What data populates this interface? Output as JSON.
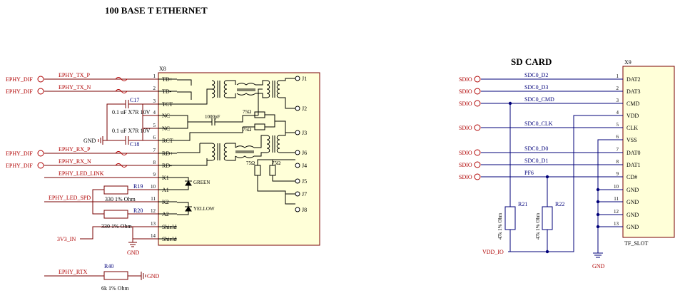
{
  "titles": {
    "ethernet": "100 BASE T ETHERNET",
    "sdcard": "SD CARD"
  },
  "x8": {
    "ref": "X8",
    "pins": [
      {
        "num": "1",
        "name": "TD+"
      },
      {
        "num": "2",
        "name": "TD-"
      },
      {
        "num": "3",
        "name": "TCT"
      },
      {
        "num": "4",
        "name": "NC"
      },
      {
        "num": "5",
        "name": "NC"
      },
      {
        "num": "6",
        "name": "RCT"
      },
      {
        "num": "7",
        "name": "RD+"
      },
      {
        "num": "8",
        "name": "RD-"
      },
      {
        "num": "9",
        "name": "K1"
      },
      {
        "num": "10",
        "name": "A1"
      },
      {
        "num": "11",
        "name": "K2"
      },
      {
        "num": "12",
        "name": "A2"
      },
      {
        "num": "13",
        "name": "Shield"
      },
      {
        "num": "14",
        "name": "Shield"
      }
    ],
    "jacks": [
      "J1",
      "J2",
      "J3",
      "J6",
      "J4",
      "J5",
      "J7",
      "J8"
    ],
    "internal": {
      "cap": "1000pF",
      "r1": "75Ω",
      "r2": "75Ω",
      "r3": "75Ω",
      "r4": "75Ω",
      "led1": "GREEN",
      "led2": "YELLOW"
    }
  },
  "eth_nets": {
    "ports": [
      "EPHY_DIF",
      "EPHY_DIF",
      "EPHY_DIF",
      "EPHY_DIF"
    ],
    "tx_p": "EPHY_TX_P",
    "tx_n": "EPHY_TX_N",
    "rx_p": "EPHY_RX_P",
    "rx_n": "EPHY_RX_N",
    "led_link": "EPHY_LED_LINK",
    "led_spd": "EPHY_LED_SPD",
    "rtx": "EPHY_RTX",
    "v33": "3V3_IN",
    "gnd1": "GND",
    "gnd2": "GND",
    "gnd3": "GND"
  },
  "eth_parts": {
    "c17": "C17",
    "c17_val": "0.1 uF X7R 10V",
    "c18": "C18",
    "c18_val": "0.1 uF X7R 10V",
    "r19": "R19",
    "r19_val": "330 1% Ohm",
    "r20": "R20",
    "r20_val": "330 1% Ohm",
    "r40": "R40",
    "r40_val": "6k 1% Ohm"
  },
  "x9": {
    "ref": "X9",
    "name": "TF_SLOT",
    "pins": [
      {
        "num": "1",
        "name": "DAT2"
      },
      {
        "num": "2",
        "name": "DAT3"
      },
      {
        "num": "3",
        "name": "CMD"
      },
      {
        "num": "4",
        "name": "VDD"
      },
      {
        "num": "5",
        "name": "CLK"
      },
      {
        "num": "6",
        "name": "VSS"
      },
      {
        "num": "7",
        "name": "DAT0"
      },
      {
        "num": "8",
        "name": "DAT1"
      },
      {
        "num": "9",
        "name": "CD#"
      },
      {
        "num": "10",
        "name": "GND"
      },
      {
        "num": "11",
        "name": "GND"
      },
      {
        "num": "12",
        "name": "GND"
      },
      {
        "num": "13",
        "name": "GND"
      }
    ]
  },
  "sd_nets": {
    "ports": [
      "SDIO",
      "SDIO",
      "SDIO",
      "SDIO",
      "SDIO",
      "SDIO",
      "SDIO"
    ],
    "d2": "SDC0_D2",
    "d3": "SDC0_D3",
    "cmd": "SDC0_CMD",
    "clk": "SDC0_CLK",
    "d0": "SDC0_D0",
    "d1": "SDC0_D1",
    "pf6": "PF6",
    "vdd": "VDD_IO",
    "gnd": "GND"
  },
  "sd_parts": {
    "r21": "R21",
    "r21_val": "47k 1% Ohm",
    "r22": "R22",
    "r22_val": "47k 1% Ohm"
  }
}
